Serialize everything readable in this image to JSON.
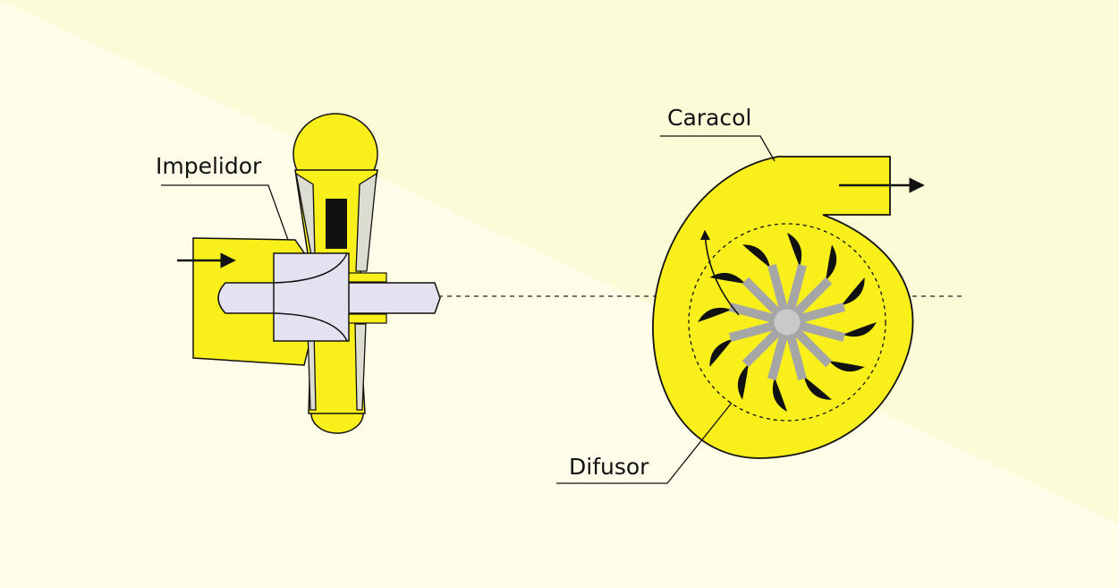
{
  "labels": {
    "impeller": "Impelidor",
    "volute": "Caracol",
    "diffuser": "Difusor"
  },
  "colors": {
    "background": "#fdfde9",
    "background_band": "#fcfbd8",
    "body_fill": "#f9ef1b",
    "shaft_fill": "#e4e2f1",
    "blade_fill": "#dcdcd0",
    "hub_gray": "#a6a6a6",
    "hub_center": "#c9c9c9",
    "stroke": "#111111"
  },
  "icons": [
    "inlet-flow-arrow",
    "outlet-flow-arrow",
    "swirl-flow-arrow"
  ]
}
